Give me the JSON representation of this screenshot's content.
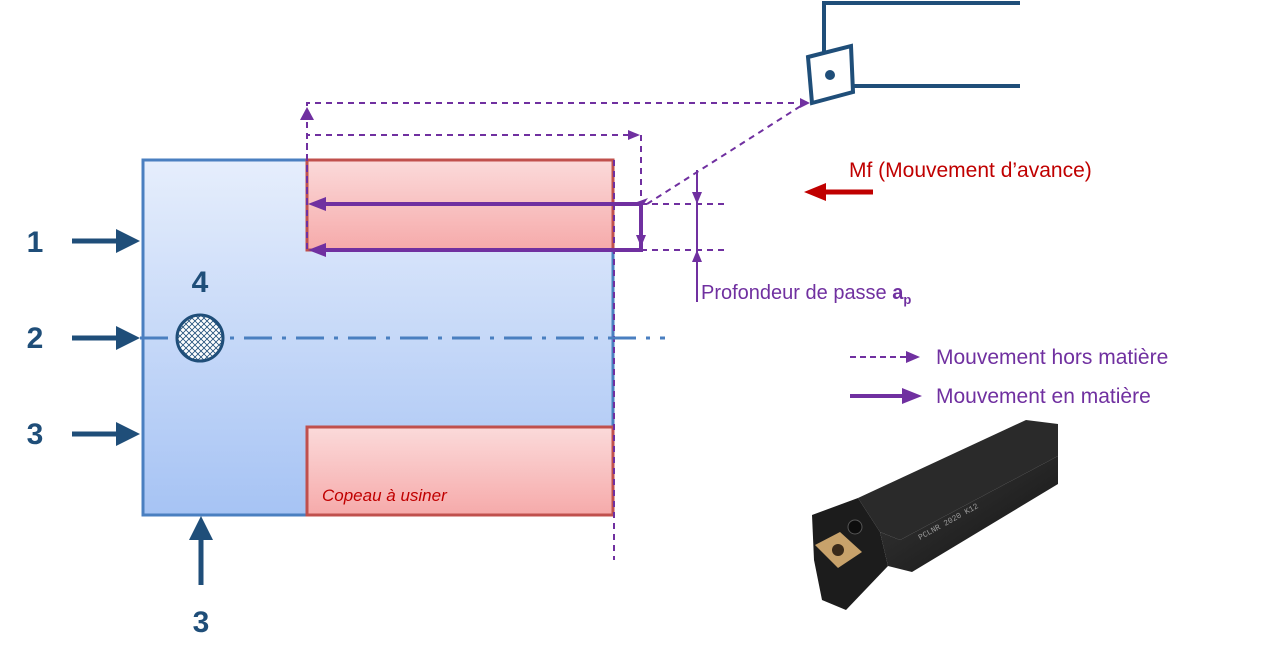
{
  "reference_labels": {
    "face_1": "1",
    "axis_2": "2",
    "face_3_left": "3",
    "face_3_bottom": "3",
    "point_4": "4"
  },
  "feed_motion": {
    "label": "Mf (Mouvement d’avance)",
    "color": "#c00000"
  },
  "depth_of_cut": {
    "label": "Profondeur de passe ",
    "symbol": "a",
    "subscript": "p"
  },
  "chip": {
    "label": "Copeau à usiner"
  },
  "legend": {
    "out_of_material": "Mouvement hors matière",
    "in_material": "Mouvement en matière"
  },
  "tool_photo": {
    "marking": "PCLNR 2020 K12"
  },
  "colors": {
    "workpiece_fill_top": "#e4edfb",
    "workpiece_fill_bottom": "#a9c6f5",
    "workpiece_border": "#4a7fc0",
    "chip_fill": "#f7b5b5",
    "chip_border": "#c0504d",
    "motion_purple": "#7030a0",
    "label_blue": "#1f4e79",
    "axis_blue": "#4a7fc0",
    "tool_outline": "#1f4e79"
  }
}
